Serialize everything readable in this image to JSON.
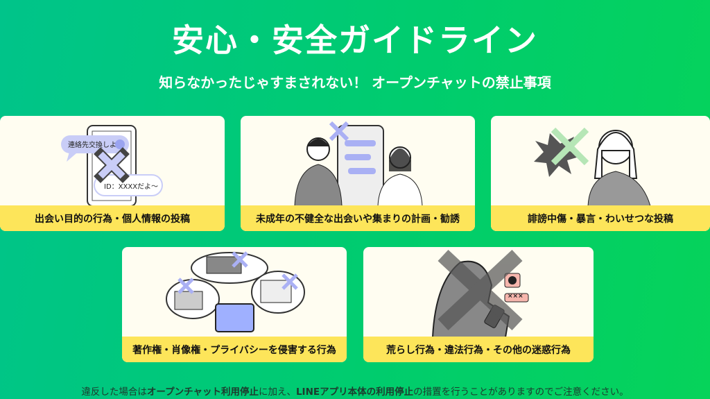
{
  "title": "安心・安全ガイドライン",
  "subtitle": "知らなかったじゃすまされない！ オープンチャットの禁止事項",
  "cards": [
    {
      "label": "出会い目的の行為・個人情報の投稿",
      "bubble1": "連絡先交換しよ",
      "bubble2": "ID：XXXXだよ〜"
    },
    {
      "label": "未成年の不健全な出会いや集まりの計画・勧誘"
    },
    {
      "label": "誹謗中傷・暴言・わいせつな投稿"
    },
    {
      "label": "著作権・肖像権・プライバシーを侵害する行為"
    },
    {
      "label": "荒らし行為・違法行為・その他の迷惑行為",
      "bubble": "×××"
    }
  ],
  "note": {
    "p1": "違反した場合は",
    "b1": "オープンチャット利用停止",
    "p2": "に加え、",
    "b2": "LINEアプリ本体の利用停止",
    "p3": "の措置を行うことがありますのでご注意ください。"
  },
  "colors": {
    "background": "#00c98a",
    "card": "#fffdf1",
    "label_bar": "#fde55a"
  }
}
